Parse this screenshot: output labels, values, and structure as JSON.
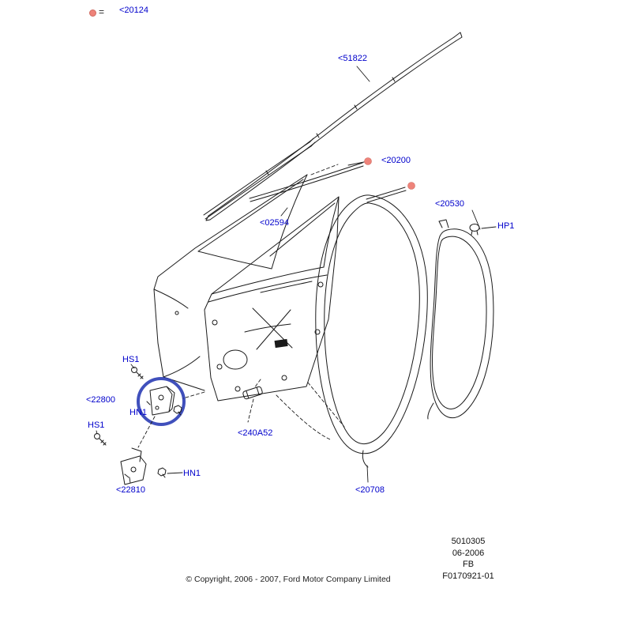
{
  "legend": {
    "symbol": "=",
    "label": "<20124",
    "marker": "red-dot"
  },
  "part_labels": {
    "p51822": "<51822",
    "p20200": "<20200",
    "p02594": "<02594",
    "p20530": "<20530",
    "hp1": "HP1",
    "hs1_upper": "HS1",
    "p22800": "<22800",
    "hn1_upper": "HN1",
    "hs1_lower": "HS1",
    "p240a52": "<240A52",
    "hn1_lower": "HN1",
    "p22810": "<22810",
    "p20708": "<20708"
  },
  "footer": {
    "part_number": "5010305",
    "date": "06-2006",
    "code": "FB",
    "figure_number": "F0170921-01",
    "copyright": "© Copyright, 2006 - 2007, Ford Motor Company Limited"
  },
  "colors": {
    "label_blue": "#0000cc",
    "marker_red": "#ee837a",
    "highlight_circle_blue": "#2b3db5",
    "line_black": "#1a1a1a",
    "background": "#ffffff"
  },
  "drawing_parts": [
    "windshield-header-molding-51822",
    "front-molding-02594",
    "glass-run-strip-20200",
    "belt-molding-strip",
    "door-outer-panel",
    "door-inner-panel",
    "door-weatherstrip-20708",
    "body-weatherstrip-20530",
    "hp1-fastener",
    "upper-hinge-22800",
    "lower-hinge-22810",
    "hs1-screw-upper",
    "hs1-screw-lower",
    "hn1-nut-upper",
    "hn1-nut-lower",
    "clip-240a52"
  ]
}
